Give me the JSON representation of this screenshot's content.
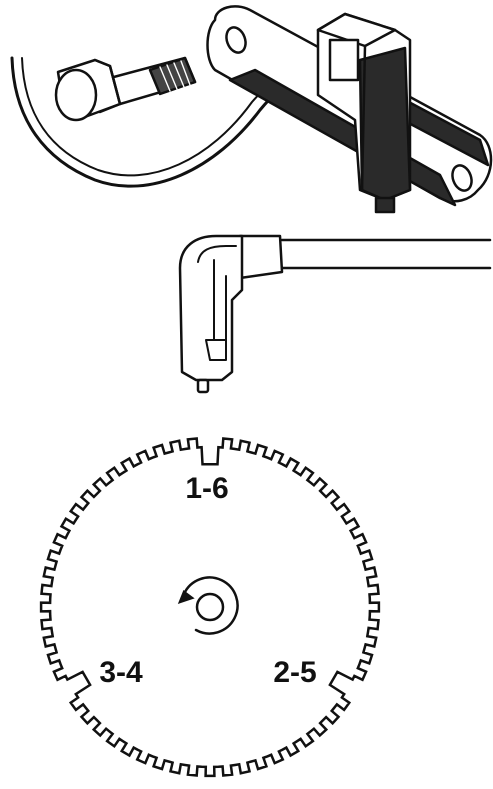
{
  "colors": {
    "ink": "#111111",
    "paper": "#ffffff",
    "shade": "#2a2a2a"
  },
  "reluctor": {
    "labels": {
      "top": "1-6",
      "left": "3-4",
      "right": "2-5"
    }
  },
  "icons": {
    "rotation": "rotation-arrow-icon",
    "bolt": "bolt-icon"
  }
}
